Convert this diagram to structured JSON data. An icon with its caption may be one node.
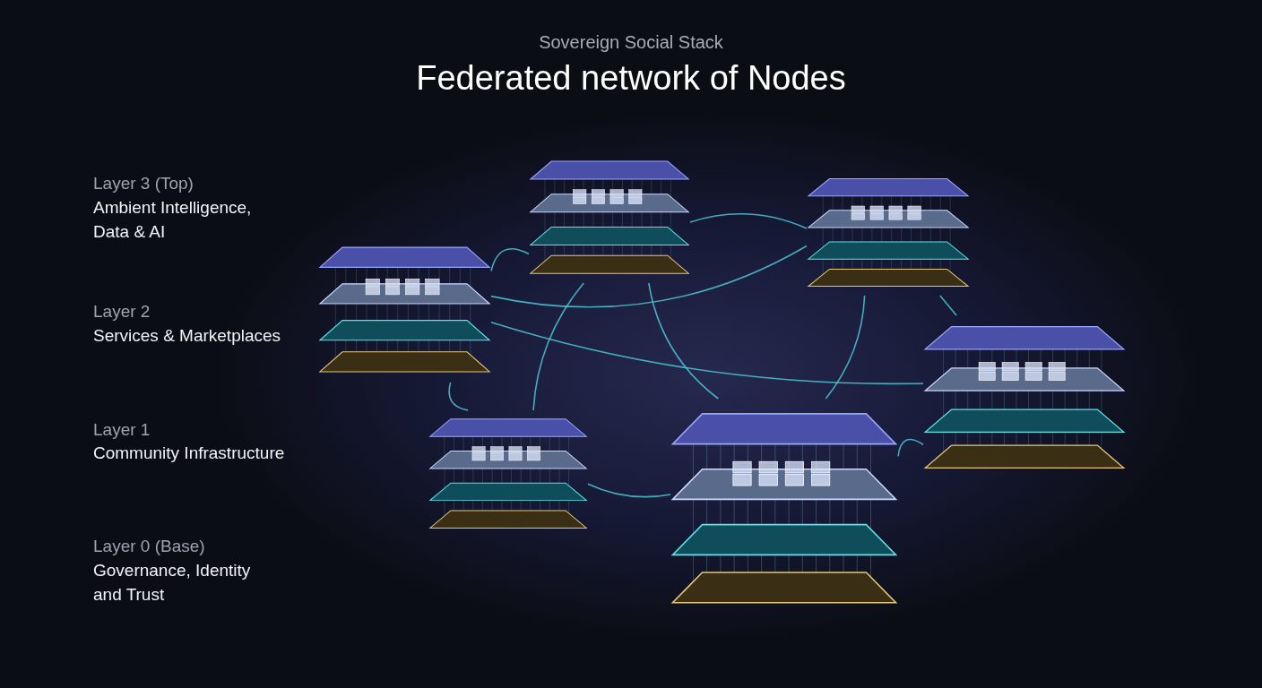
{
  "diagram": {
    "title": "Federated network of Nodes",
    "nodes": [
      {
        "text": [],
        "shape": "picture"
      },
      {
        "text": [],
        "shape": "picture"
      },
      {
        "text": [],
        "shape": "picture"
      },
      {
        "text": [],
        "shape": "picture"
      },
      {
        "text": [],
        "shape": "picture"
      },
      {
        "text": [],
        "shape": "picture"
      }
    ],
    "edges": [
      {
        "from": 0,
        "to": 1,
        "arrow": "none"
      },
      {
        "from": 0,
        "to": 5,
        "arrow": "none"
      },
      {
        "from": 0,
        "to": 3,
        "arrow": "none"
      },
      {
        "from": 0,
        "to": 2,
        "arrow": "none"
      },
      {
        "from": 1,
        "to": 2,
        "arrow": "none"
      },
      {
        "from": 1,
        "to": 5,
        "arrow": "none"
      },
      {
        "from": 1,
        "to": 4,
        "arrow": "none"
      },
      {
        "from": 2,
        "to": 3,
        "arrow": "none"
      },
      {
        "from": 2,
        "to": 4,
        "arrow": "none"
      },
      {
        "from": 3,
        "to": 4,
        "arrow": "none"
      },
      {
        "from": 5,
        "to": 4,
        "arrow": "none"
      }
    ],
    "labels": [
      "Sovereign Social Stack",
      "Layer 3 (Top)",
      "Ambient Intelligence, Data & AI",
      "Layer 2",
      "Services & Marketplaces",
      "Layer 1",
      "Community Infrastructure",
      "Layer 0 (Base)",
      "Governance, Identity and Trust"
    ]
  }
}
